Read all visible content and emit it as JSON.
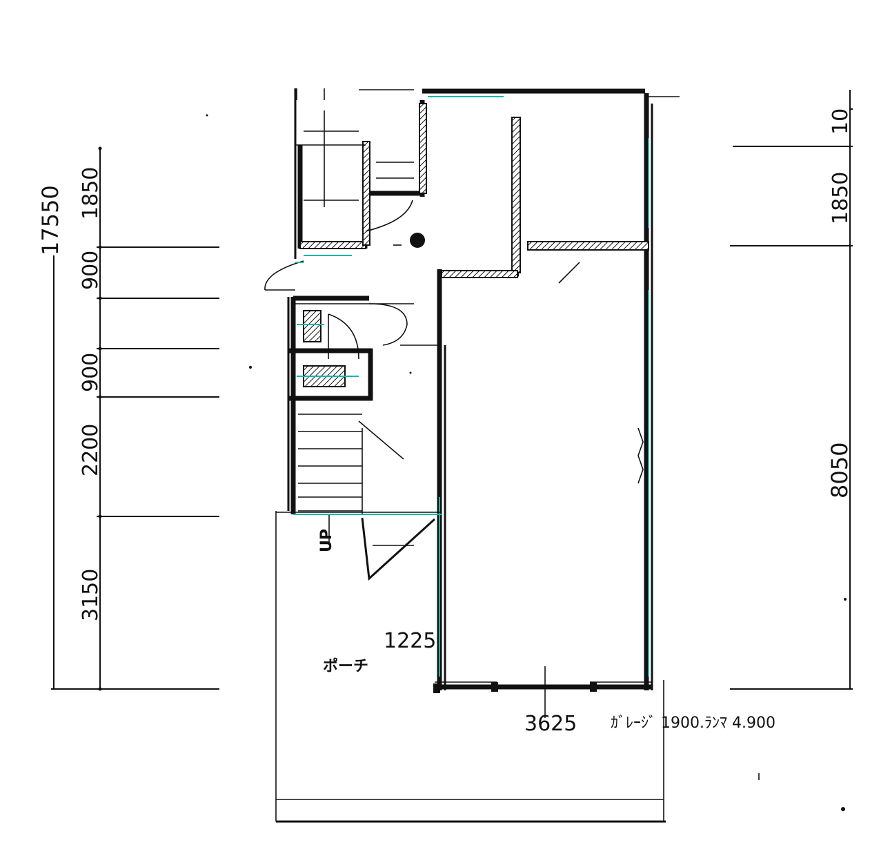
{
  "left_dimensions": {
    "total": "17550",
    "segments": [
      "1850",
      "900",
      "900",
      "2200",
      "3150"
    ]
  },
  "right_dimensions": {
    "top": "10",
    "upper": "1850",
    "lower": "8050"
  },
  "bottom_dimensions": {
    "left_width": "1225",
    "right_width": "3625",
    "note": "ｶﾞﾚｰｼﾞ 1900.ﾗﾝﾏ 4.900"
  },
  "labels": {
    "porch": "ポーチ",
    "stair_up": "UP"
  },
  "colors": {
    "line": "#111111",
    "accent": "#14b8a6"
  }
}
